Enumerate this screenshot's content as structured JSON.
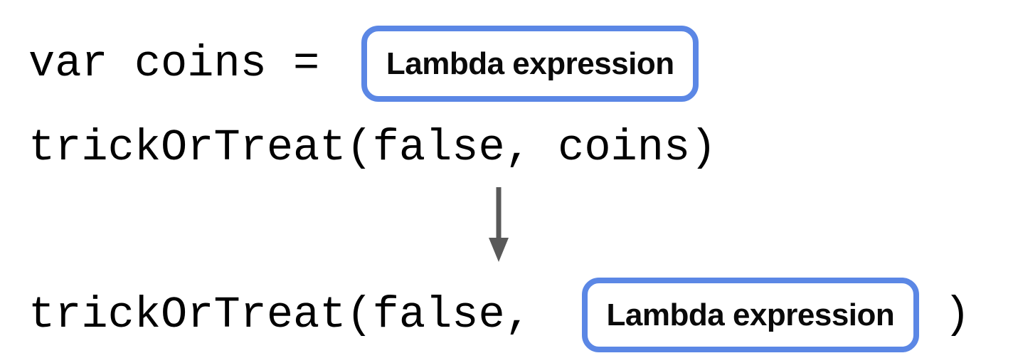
{
  "diagram": {
    "line1_code": "var coins =",
    "line2_code": "trickOrTreat(false, coins)",
    "line3_code_before": "trickOrTreat(false,",
    "line3_code_after": ")",
    "boxes": [
      {
        "label": "Lambda expression"
      },
      {
        "label": "Lambda expression"
      }
    ],
    "icons": [
      {
        "name": "down-arrow-icon"
      }
    ],
    "colors": {
      "box_border": "#5B87E5",
      "arrow": "#595959",
      "code_text": "#000000",
      "background": "#ffffff"
    }
  }
}
